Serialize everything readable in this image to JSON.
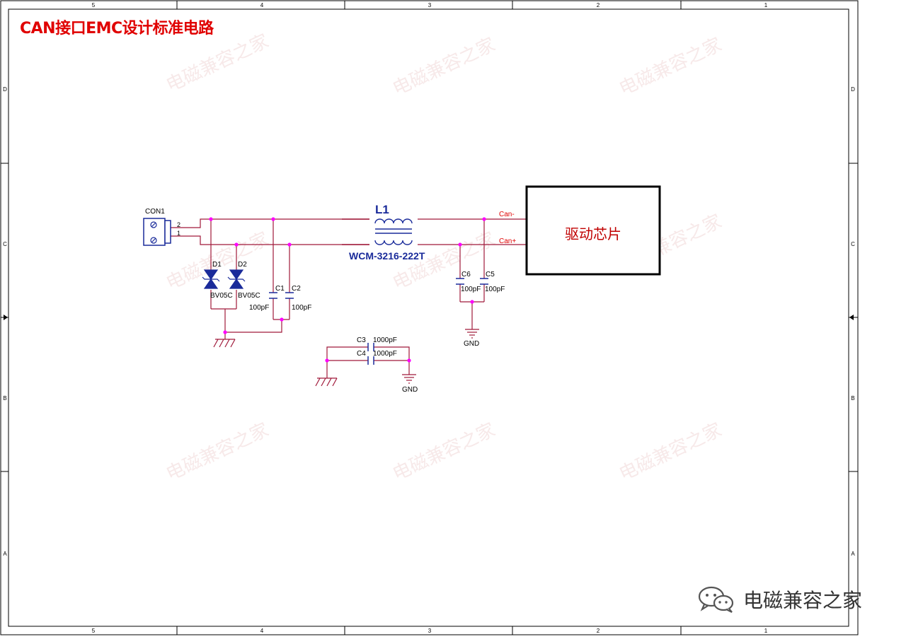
{
  "title": "CAN接口EMC设计标准电路",
  "frame": {
    "col_labels": [
      "5",
      "4",
      "3",
      "2",
      "1"
    ],
    "row_labels": [
      "D",
      "C",
      "B",
      "A"
    ]
  },
  "watermark": {
    "text": "电磁兼容之家",
    "logo_icon": "wechat-icon"
  },
  "connector": {
    "ref": "CON1",
    "pin2": "2",
    "pin1": "1"
  },
  "diodes": [
    {
      "ref": "D1",
      "value": "BV05C"
    },
    {
      "ref": "D2",
      "value": "BV05C"
    }
  ],
  "caps_left": [
    {
      "ref": "C1",
      "value": "100pF"
    },
    {
      "ref": "C2",
      "value": "100pF"
    }
  ],
  "caps_right": [
    {
      "ref": "C6",
      "value": "100pF"
    },
    {
      "ref": "C5",
      "value": "100pF"
    }
  ],
  "caps_bottom": [
    {
      "ref": "C3",
      "value": "1000pF"
    },
    {
      "ref": "C4",
      "value": "1000pF"
    }
  ],
  "inductor": {
    "ref": "L1",
    "part": "WCM-3216-222T"
  },
  "nets": {
    "can_minus": "Can-",
    "can_plus": "Can+",
    "gnd1": "GND",
    "gnd2": "GND"
  },
  "driver": {
    "label": "驱动芯片"
  },
  "colors": {
    "wire": "#a0193a",
    "junction": "#ff00ff",
    "component": "#1a2b9a",
    "net_label": "#e00000",
    "title": "#e00000"
  }
}
